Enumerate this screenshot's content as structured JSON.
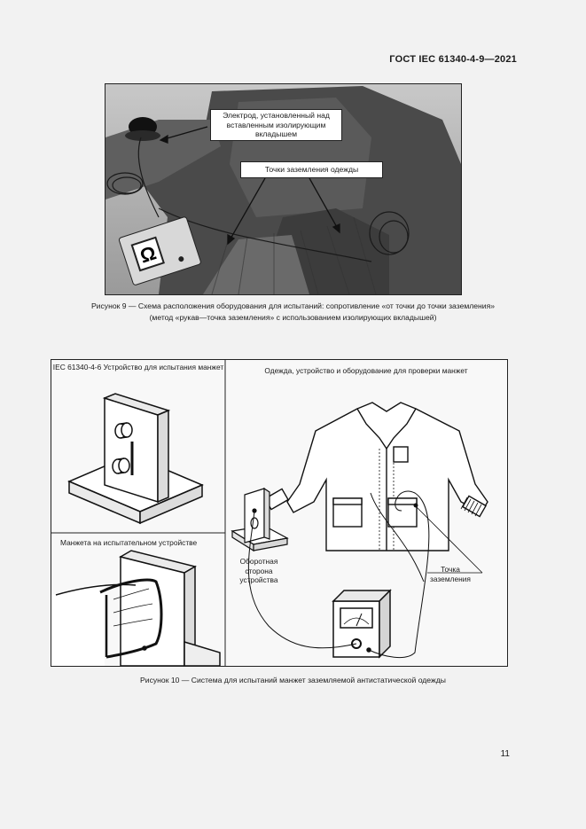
{
  "header": {
    "standard": "ГОСТ IEC 61340-4-9—2021"
  },
  "figure9": {
    "electrode_label": "Электрод, установленный над вставленным изолирующим вкладышем",
    "ground_points_label": "Точки заземления одежды",
    "meter_symbol": "Ω",
    "caption_line1": "Рисунок 9 — Схема расположения оборудования для испытаний: сопротивление «от точки до точки заземления»",
    "caption_line2": "(метод «рукав—точка заземления» с использованием изолирующих вкладышей)"
  },
  "figure10": {
    "panel_device_title": "IEC 61340-4-6 Устройство для испытания манжет",
    "panel_cuff_title": "Манжета на испытательном устройстве",
    "panel_garment_title": "Одежда, устройство и оборудование для проверки манжет",
    "reverse_side_label": "Оборотная сторона устройства",
    "ground_point_label": "Точка заземления",
    "caption": "Рисунок 10 — Система для испытаний манжет заземляемой антистатической одежды"
  },
  "page_number": "11"
}
